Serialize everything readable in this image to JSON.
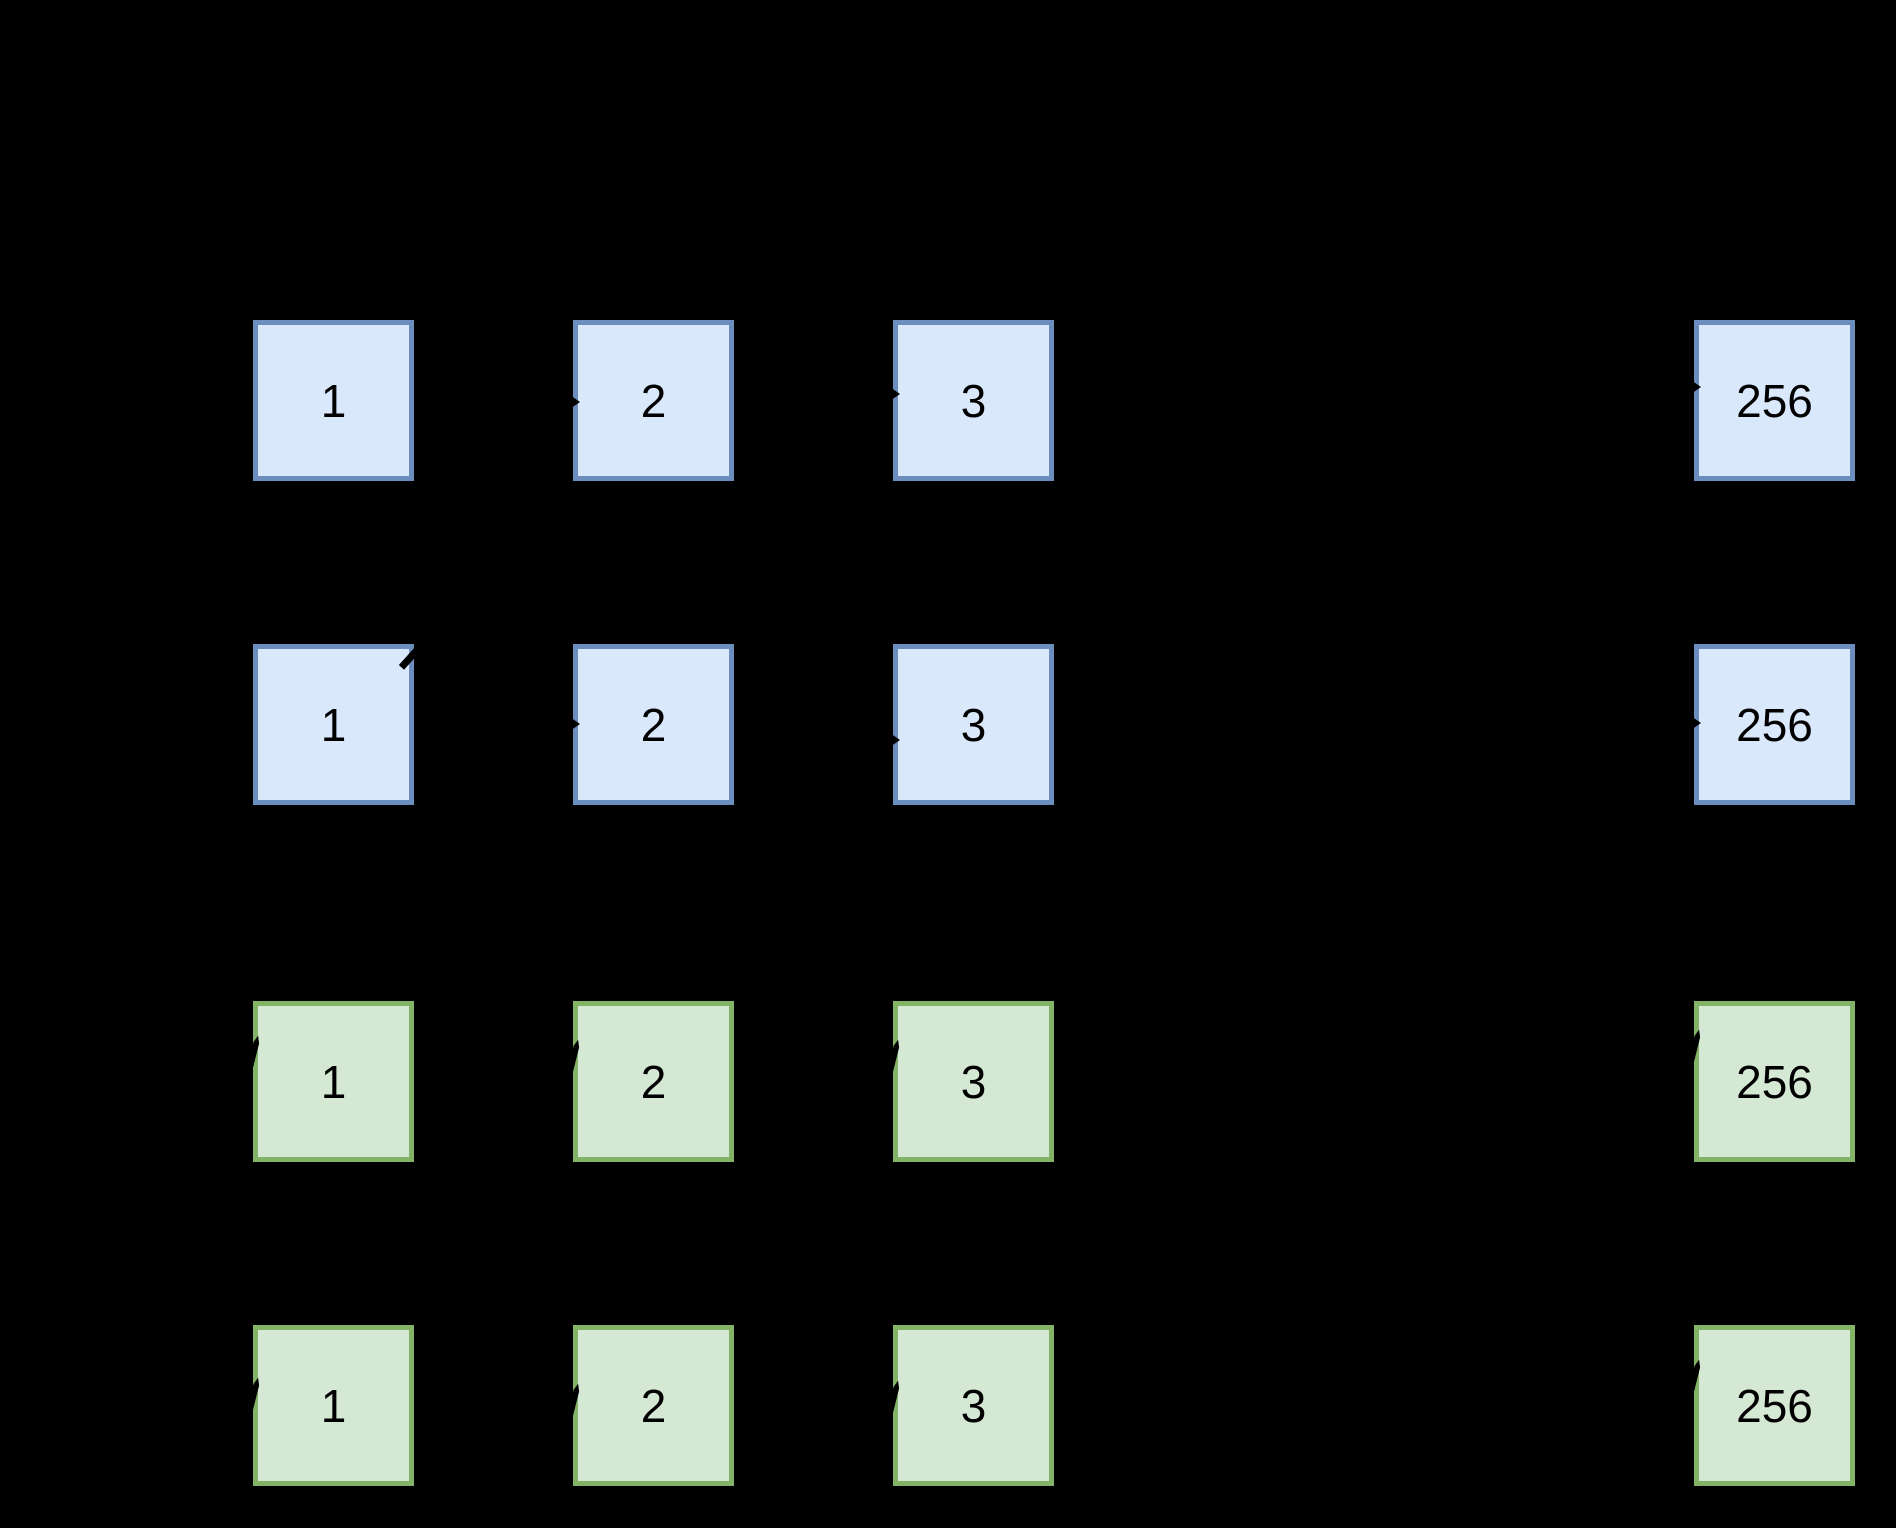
{
  "background_color": "#000000",
  "text_color": "#000000",
  "arrow_color": "#000000",
  "palette": {
    "blue_fill": "#dae8fc",
    "blue_stroke": "#6c8ebf",
    "green_fill": "#d5e8d4",
    "green_stroke": "#82b366"
  },
  "rows": [
    {
      "name": "blue-row-1",
      "palette": "blue",
      "cells": [
        "1",
        "2",
        "3",
        "256"
      ]
    },
    {
      "name": "blue-row-2",
      "palette": "blue",
      "cells": [
        "1",
        "2",
        "3",
        "256"
      ]
    },
    {
      "name": "green-row-1",
      "palette": "green",
      "cells": [
        "1",
        "2",
        "3",
        "256"
      ]
    },
    {
      "name": "green-row-2",
      "palette": "green",
      "cells": [
        "1",
        "2",
        "3",
        "256"
      ]
    }
  ]
}
